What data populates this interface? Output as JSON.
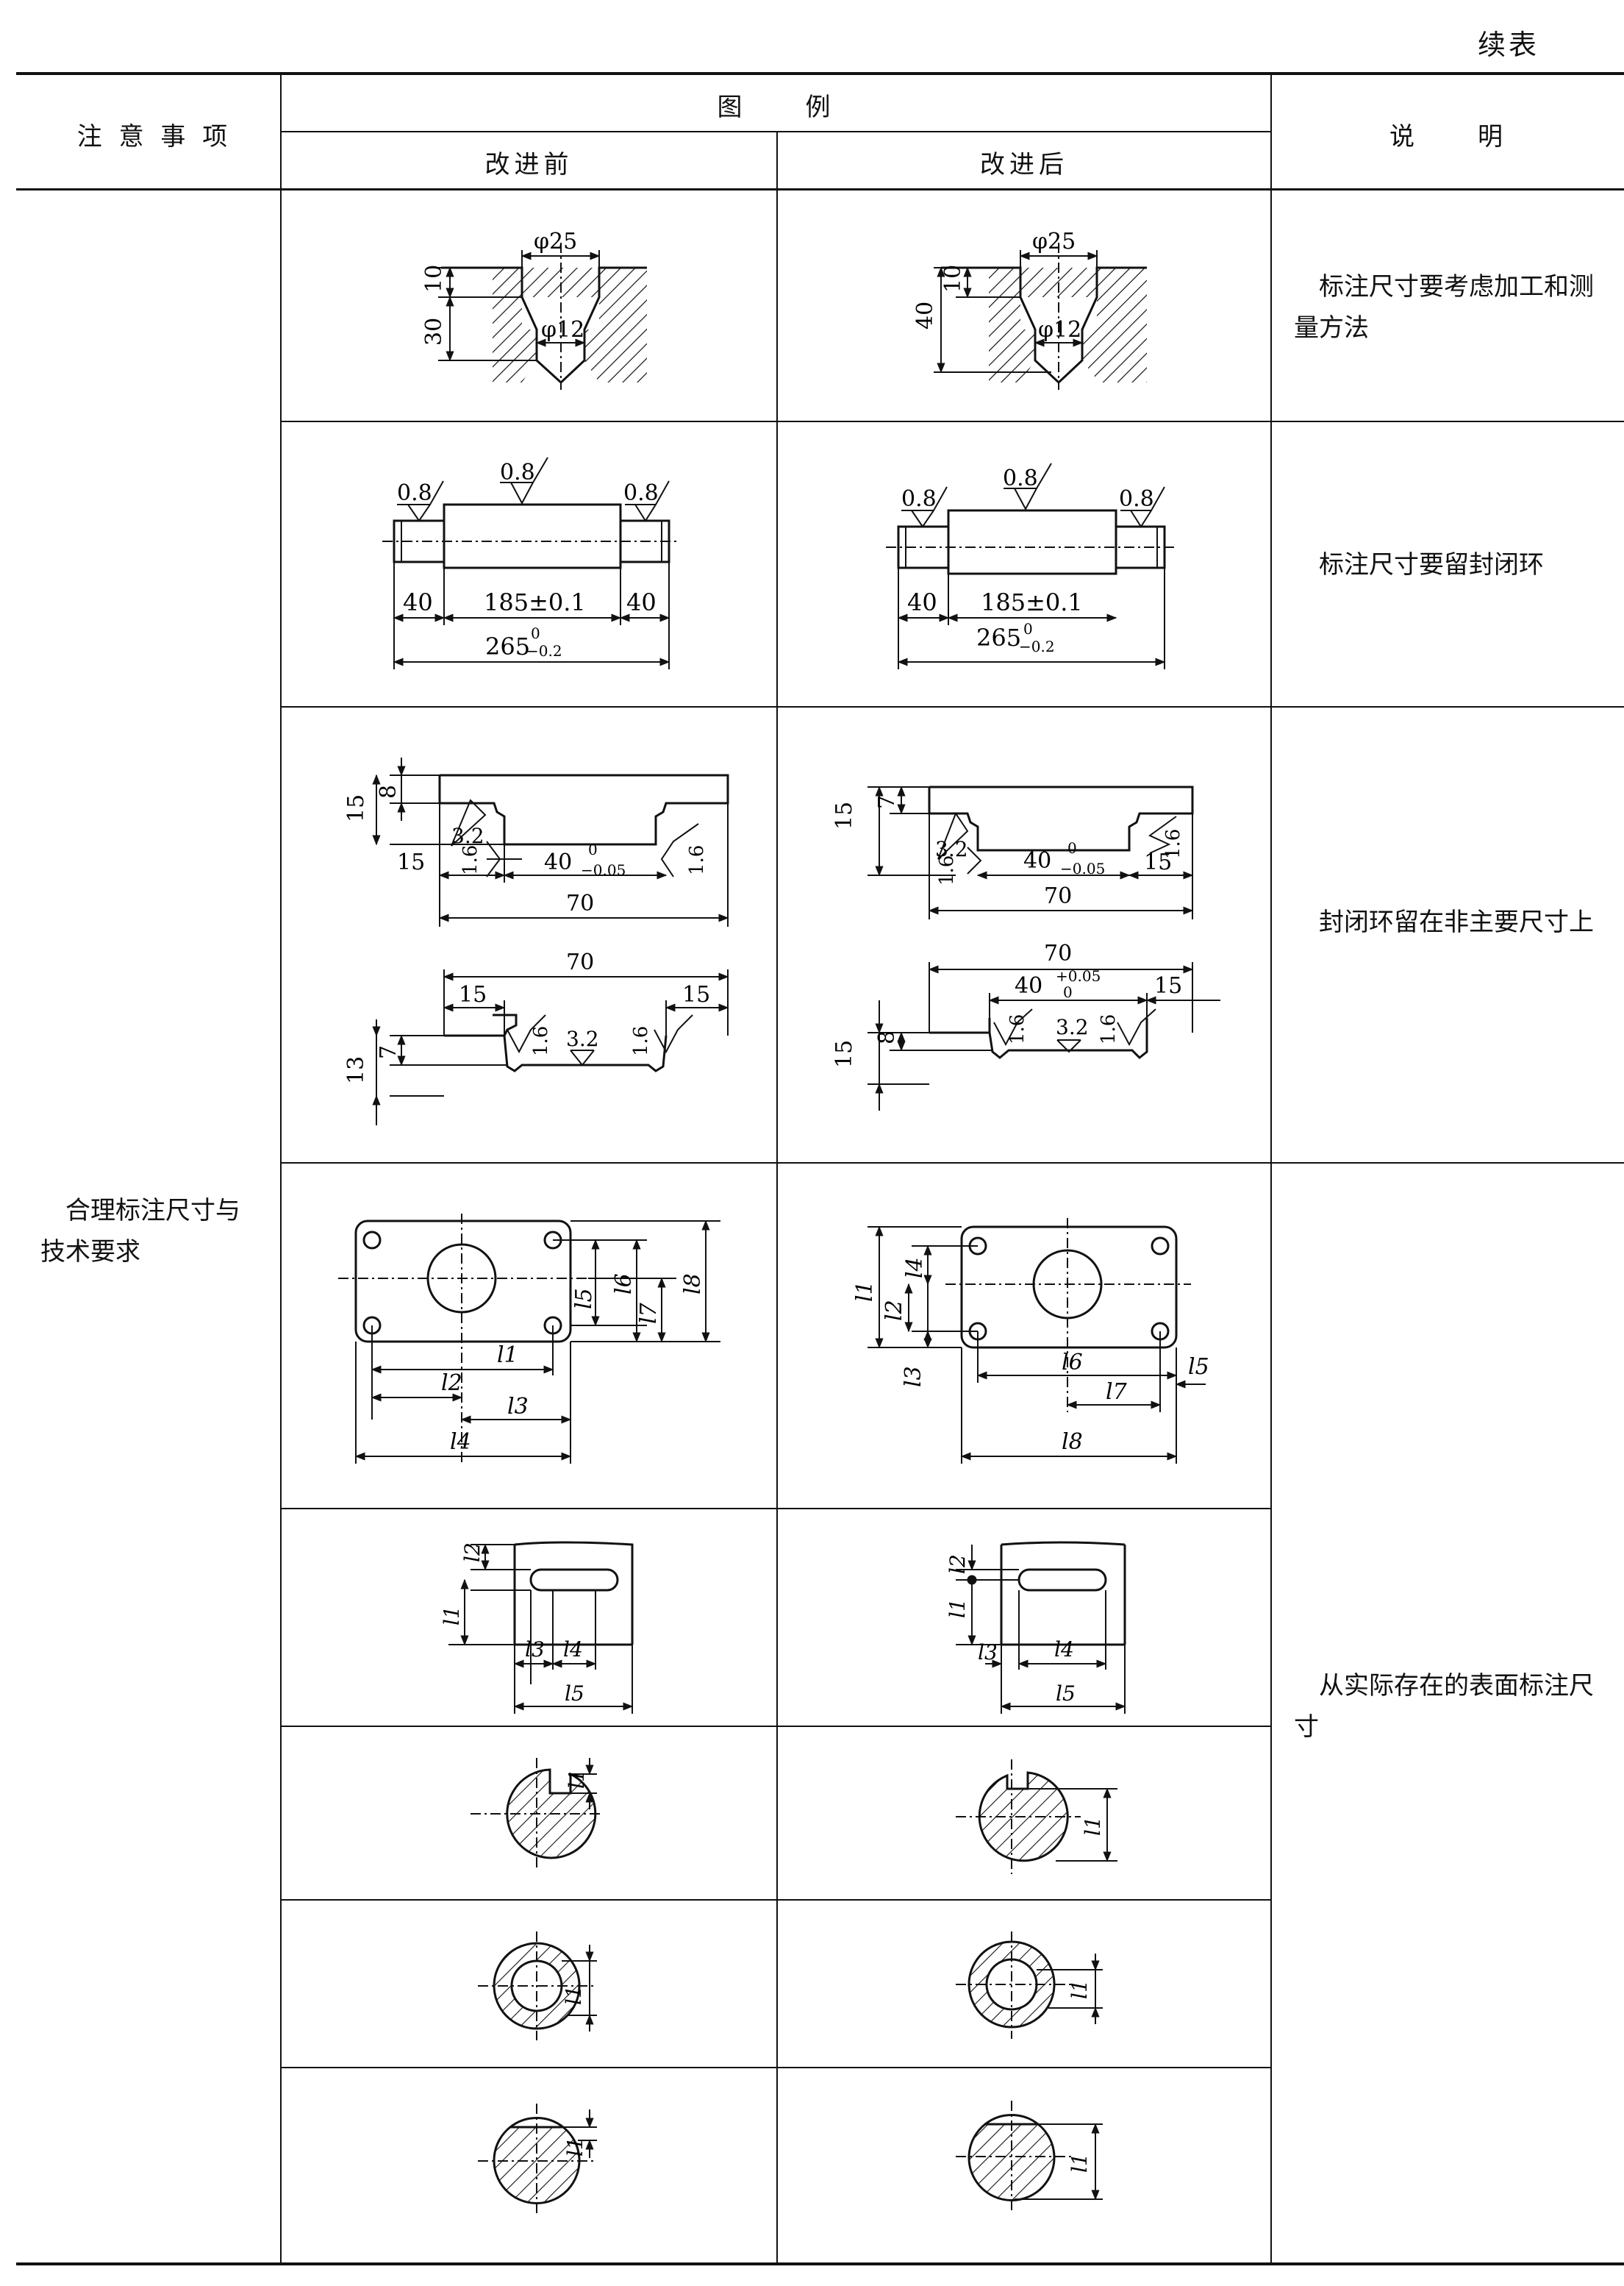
{
  "page": {
    "continued_label": "续表"
  },
  "table": {
    "header": {
      "col_notes": "注 意 事 项",
      "col_figure": "图　　例",
      "col_before": "改进前",
      "col_after": "改进后",
      "col_explain": "说　　明"
    },
    "category": "合理标注尺寸与技术要求",
    "explanations": [
      "标注尺寸要考虑加工和测量方法",
      "标注尺寸要留封闭环",
      "封闭环留在非主要尺寸上",
      "从实际存在的表面标注尺寸"
    ]
  },
  "drawings": {
    "r1": {
      "d25": "φ25",
      "d12": "φ12",
      "dim10": "10",
      "dim30": "30",
      "dim40": "40"
    },
    "r2": {
      "ra": "0.8",
      "d40": "40",
      "d185": "185±0.1",
      "d265": "265",
      "tol265": "0",
      "tol265b": "−0.2"
    },
    "r3": {
      "d15": "15",
      "d8": "8",
      "d7": "7",
      "d13": "13",
      "d70": "70",
      "d40": "40",
      "tol40a": "0",
      "tol40b": "−0.05",
      "tol40c": "+0.05",
      "ra32": "3.2",
      "ra16": "1.6"
    },
    "r4": {
      "l1": "l1",
      "l2": "l2",
      "l3": "l3",
      "l4": "l4",
      "l5": "l5",
      "l6": "l6",
      "l7": "l7",
      "l8": "l8"
    }
  }
}
